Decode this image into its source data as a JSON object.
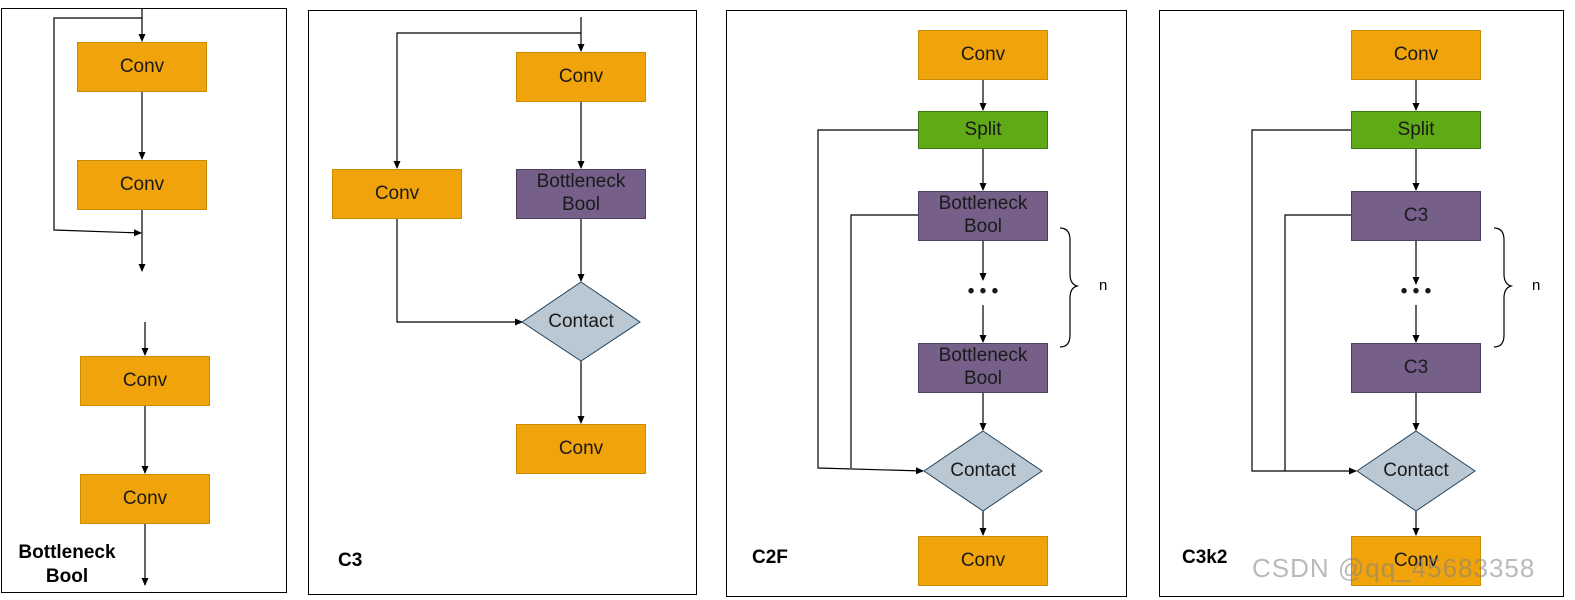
{
  "panels": {
    "bottleneck": {
      "title_line1": "Bottleneck",
      "title_line2": "Bool",
      "conv1": "Conv",
      "conv2": "Conv",
      "conv3": "Conv",
      "conv4": "Conv"
    },
    "c3": {
      "title": "C3",
      "conv_top": "Conv",
      "conv_left": "Conv",
      "bottleneck_line1": "Bottleneck",
      "bottleneck_line2": "Bool",
      "contact": "Contact",
      "conv_bottom": "Conv"
    },
    "c2f": {
      "title": "C2F",
      "conv_top": "Conv",
      "split": "Split",
      "bottleneck1_line1": "Bottleneck",
      "bottleneck1_line2": "Bool",
      "dots": "• • •",
      "bottleneck2_line1": "Bottleneck",
      "bottleneck2_line2": "Bool",
      "repeat_label": "n",
      "contact": "Contact",
      "conv_bottom": "Conv"
    },
    "c3k2": {
      "title": "C3k2",
      "conv_top": "Conv",
      "split": "Split",
      "c3_1": "C3",
      "dots": "• • •",
      "c3_2": "C3",
      "repeat_label": "n",
      "contact": "Contact",
      "conv_bottom": "Conv"
    }
  },
  "watermark": "CSDN @qq_45683358",
  "colors": {
    "conv": "#f0a30a",
    "split": "#60a917",
    "bottleneck": "#76608a",
    "contact": "#bac8d3"
  }
}
